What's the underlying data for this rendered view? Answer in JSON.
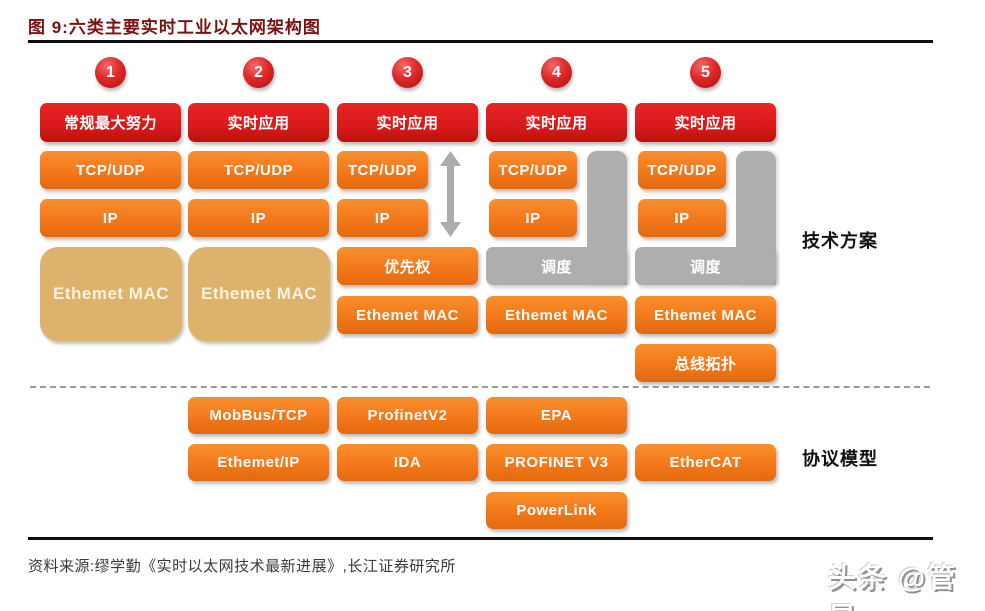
{
  "figure": {
    "title": "图 9:六类主要实时工业以太网架构图",
    "source": "资料来源:缪学勤《实时以太网技术最新进展》,长江证券研究所",
    "watermark": "头条 @管是"
  },
  "section_labels": {
    "tech": "技术方案",
    "protocol": "协议模型"
  },
  "columns": [
    {
      "badge": "1",
      "app": "常规最大努力",
      "tcp": "TCP/UDP",
      "ip": "IP",
      "mac": "Ethemet MAC"
    },
    {
      "badge": "2",
      "app": "实时应用",
      "tcp": "TCP/UDP",
      "ip": "IP",
      "mac": "Ethemet MAC"
    },
    {
      "badge": "3",
      "app": "实时应用",
      "tcp": "TCP/UDP",
      "ip": "IP",
      "priority": "优先权",
      "mac": "Ethemet MAC"
    },
    {
      "badge": "4",
      "app": "实时应用",
      "tcp": "TCP/UDP",
      "ip": "IP",
      "schedule": "调度",
      "mac": "Ethemet MAC"
    },
    {
      "badge": "5",
      "app": "实时应用",
      "tcp": "TCP/UDP",
      "ip": "IP",
      "schedule": "调度",
      "mac": "Ethemet MAC",
      "bus": "总线拓扑"
    }
  ],
  "protocols": {
    "col2": [
      "MobBus/TCP",
      "Ethemet/IP"
    ],
    "col3": [
      "ProfinetV2",
      "IDA"
    ],
    "col4": [
      "EPA",
      "PROFINET V3",
      "PowerLink"
    ],
    "col5": [
      "EtherCAT"
    ]
  },
  "colors": {
    "accent-red": "#d91a1a",
    "accent-orange": "#f3781a",
    "accent-tan": "#dcb26c",
    "accent-gray": "#aeaeae",
    "title-red": "#7a1212"
  }
}
